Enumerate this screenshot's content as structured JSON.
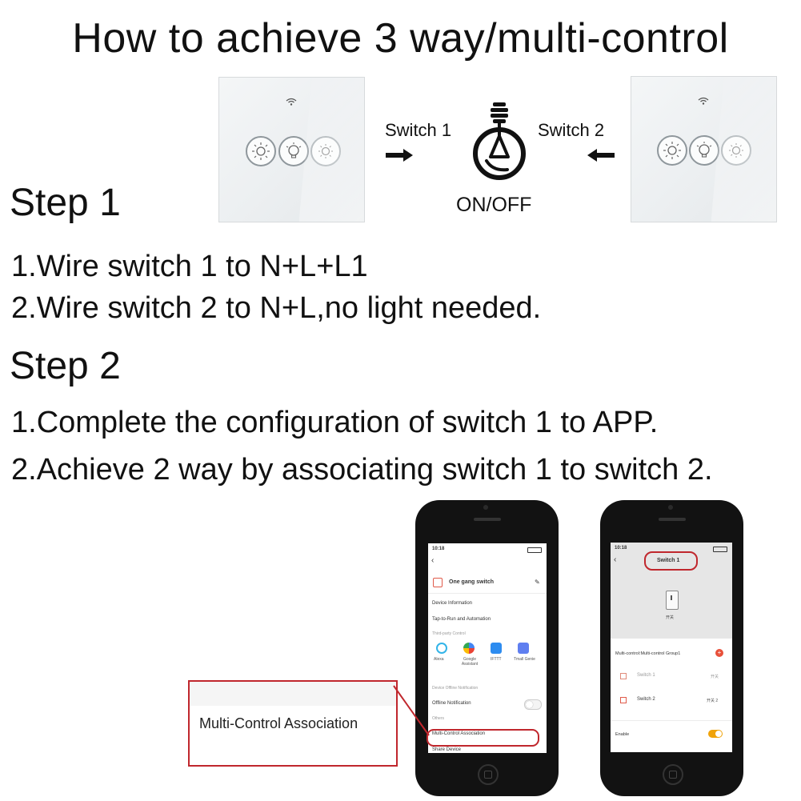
{
  "title": "How to achieve 3 way/multi-control",
  "step1": {
    "heading": "Step 1",
    "lines": [
      "1.Wire switch 1 to N+L+L1",
      "2.Wire switch 2 to N+L,no light needed."
    ]
  },
  "step2": {
    "heading": "Step 2",
    "lines": [
      "1.Complete the configuration of switch 1 to APP.",
      "2.Achieve 2 way by associating switch 1 to switch 2."
    ]
  },
  "diagram": {
    "left_label": "Switch 1",
    "right_label": "Switch 2",
    "bulb_caption": "ON/OFF",
    "bulb_icon": "light-bulb-icon",
    "wifi_icon": "wifi-icon"
  },
  "callout": {
    "label": "Multi-Control Association"
  },
  "phone1": {
    "time": "10:18",
    "device_name": "One gang switch",
    "menu": [
      "Device Information",
      "Tap-to-Run and Automation"
    ],
    "third_party_header": "Third-party Control",
    "services": [
      "Alexa",
      "Google Assistant",
      "IFTTT",
      "Tmall Genie"
    ],
    "offline_header": "Device Offline Notification",
    "offline_label": "Offline Notification",
    "others_header": "Others",
    "multi_control": "Multi-Control Association",
    "share": "Share Device"
  },
  "phone2": {
    "time": "10:18",
    "title": "Switch 1",
    "switch_caption": "开关",
    "group_label": "Multi-control:Multi-control Group1",
    "rows": [
      {
        "name": "Switch 1",
        "value": "开关"
      },
      {
        "name": "Switch 2",
        "value": "开关 2"
      }
    ],
    "enable_label": "Enable"
  },
  "colors": {
    "accent_red": "#c0272d",
    "toggle_orange": "#f0a30a",
    "panel_edge": "#d7dadc"
  }
}
